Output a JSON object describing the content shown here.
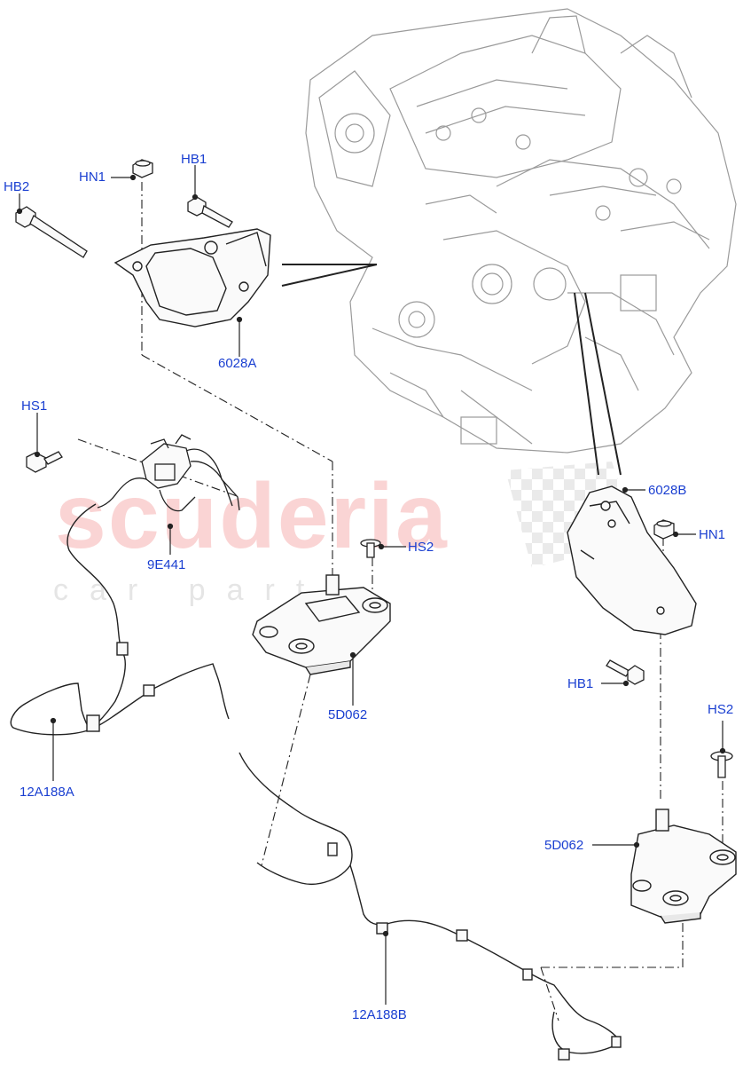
{
  "watermark": {
    "brand": "scuderia",
    "tagline": "car parts"
  },
  "callouts": {
    "hb2": "HB2",
    "hn1_left": "HN1",
    "hb1_left": "HB1",
    "p6028a": "6028A",
    "hs1": "HS1",
    "p9e441": "9E441",
    "hs2_mid": "HS2",
    "p5d062_left": "5D062",
    "p12a188a": "12A188A",
    "p12a188b": "12A188B",
    "p6028b": "6028B",
    "hn1_right": "HN1",
    "hb1_right": "HB1",
    "hs2_right": "HS2",
    "p5d062_right": "5D062"
  },
  "colors": {
    "callout_text": "#1a3fd1",
    "line_art": "#222222",
    "engine_art": "#9a9a9a",
    "watermark_brand": "#ee7878"
  }
}
